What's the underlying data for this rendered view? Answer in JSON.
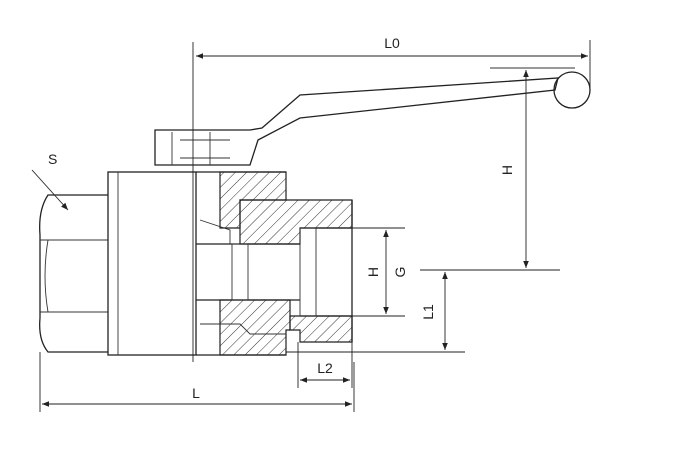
{
  "labels": {
    "l0": "L0",
    "h_top": "H",
    "s": "S",
    "h_mid": "H",
    "g": "G",
    "l1": "L1",
    "l2": "L2",
    "l": "L"
  }
}
